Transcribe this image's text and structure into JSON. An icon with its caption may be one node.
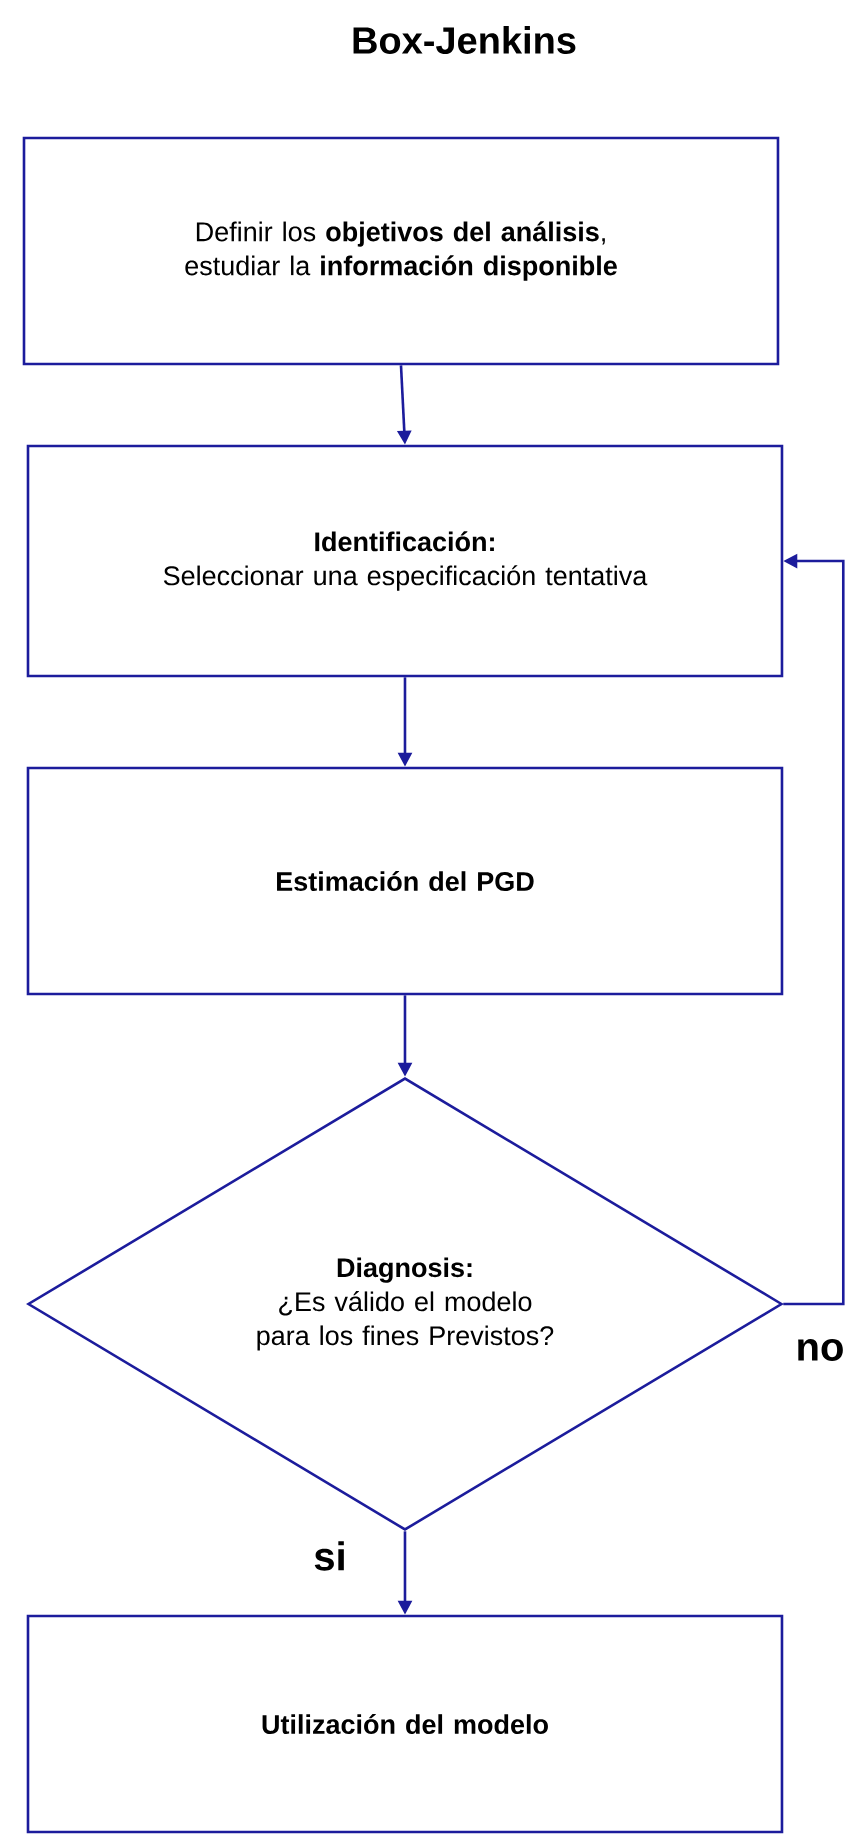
{
  "diagram": {
    "title": "Box-Jenkins",
    "nodes": [
      {
        "text": [
          "Definir los **objetivos del análisis**, estudiar la **información disponible**"
        ]
      },
      {
        "text": [
          "Identificación:",
          "Seleccionar una especificación tentativa"
        ]
      },
      {
        "text": [
          "Estimación del PGD"
        ]
      },
      {
        "text": [
          "Diagnosis:",
          "¿Es válido el modelo para los fines Previstos?"
        ]
      },
      {
        "text": [
          "Utilización del modelo"
        ]
      }
    ],
    "edges": [
      {
        "from": 0,
        "to": 1,
        "arrow": "to"
      },
      {
        "from": 1,
        "to": 2,
        "arrow": "to"
      },
      {
        "from": 2,
        "to": 3,
        "arrow": "to"
      },
      {
        "from": 3,
        "to": 4,
        "arrow": "to",
        "label": "si"
      },
      {
        "from": 3,
        "to": 1,
        "arrow": "to",
        "label": "no"
      }
    ]
  }
}
